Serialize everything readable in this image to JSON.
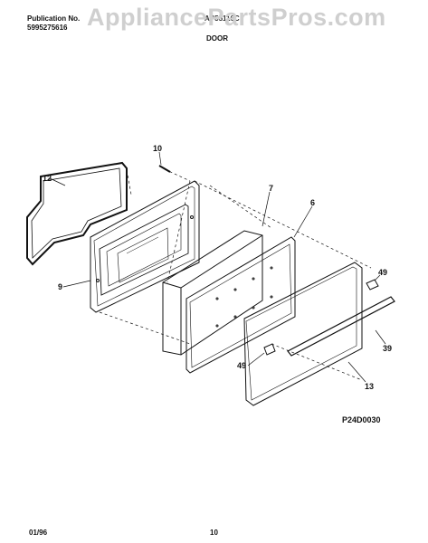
{
  "header": {
    "publication_label": "Publication No.",
    "publication_number": "5995275616",
    "model": "AP55116C",
    "section_title": "DOOR"
  },
  "watermark": "AppliancePartsPros.com",
  "diagram": {
    "callouts": [
      "10",
      "12",
      "7",
      "6",
      "9",
      "49",
      "39",
      "49",
      "13"
    ],
    "diagram_code": "P24D0030"
  },
  "footer": {
    "date": "01/96",
    "page_number": "10"
  }
}
